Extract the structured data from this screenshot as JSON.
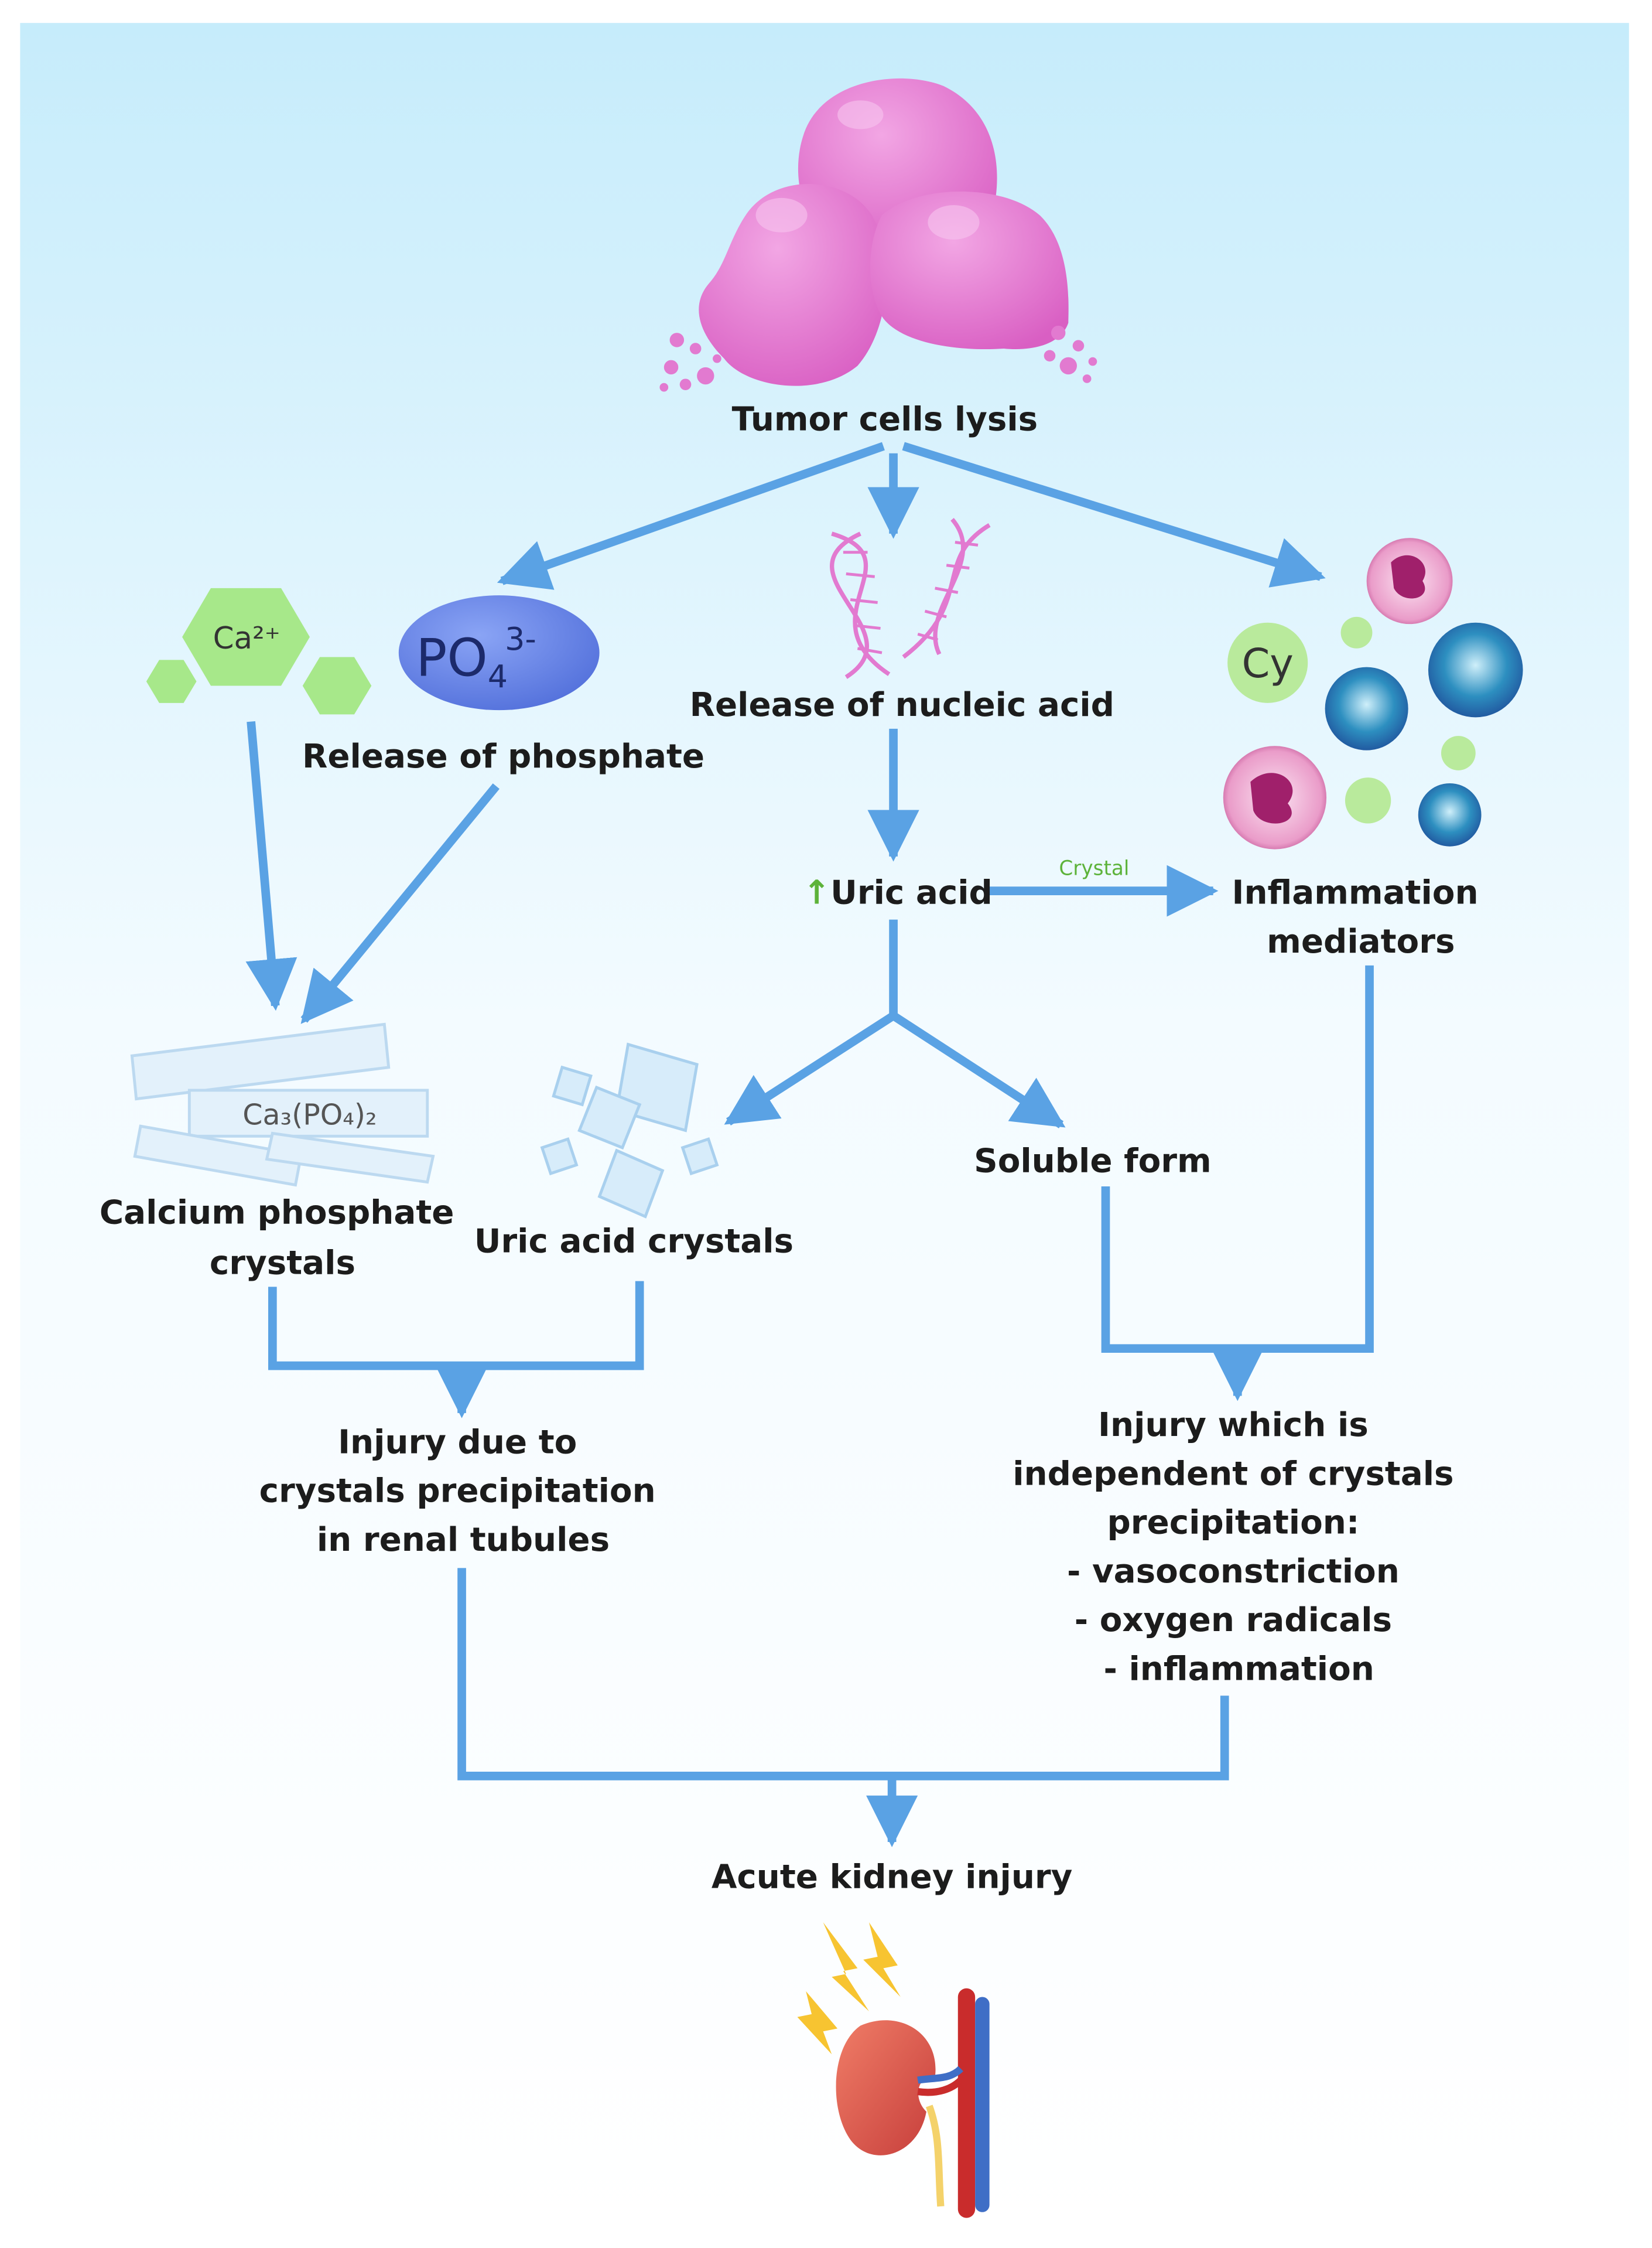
{
  "nodes": {
    "tumor": {
      "label": "Tumor cells lysis"
    },
    "ca_ion": {
      "label": "Ca²⁺"
    },
    "phosphate_ion": {
      "label": "PO",
      "sub": "4",
      "sup": "3-"
    },
    "phosphate": {
      "label": "Release of phosphate"
    },
    "nucleic": {
      "label": "Release of nucleic acid"
    },
    "cytokine": {
      "label": "Cy"
    },
    "uric": {
      "up_arrow": "↑",
      "label": "Uric acid"
    },
    "crystal_edge": {
      "label": "Crystal"
    },
    "inflammation": {
      "lines": [
        "Inflammation",
        "mediators"
      ]
    },
    "ca3po4": {
      "label": "Ca₃(PO₄)₂"
    },
    "calcium_crystals": {
      "lines": [
        "Calcium phosphate",
        "crystals"
      ]
    },
    "uric_crystals": {
      "label": "Uric acid crystals"
    },
    "soluble": {
      "label": "Soluble form"
    },
    "injury_crystals": {
      "lines": [
        "Injury due to",
        "crystals precipitation",
        "in renal tubules"
      ]
    },
    "injury_independent": {
      "lines": [
        "Injury which is",
        "independent of crystals",
        "precipitation:",
        "- vasoconstriction",
        "- oxygen radicals",
        "- inflammation"
      ]
    },
    "aki": {
      "label": "Acute kidney injury"
    }
  },
  "colors": {
    "arrow": "#5aa2e4",
    "bg_top": "#c6ecfb",
    "tumor_pink": "#e27ad0",
    "hexagon_green": "#a7e88a",
    "phosphate_blue": "#6a88ee",
    "up_arrow_green": "#5db33a",
    "crystal_label_green": "#5db33a"
  }
}
